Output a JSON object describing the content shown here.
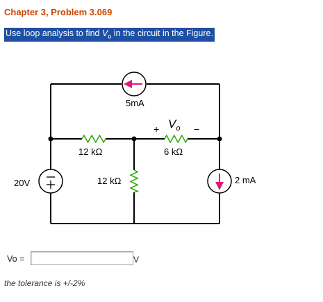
{
  "problem": {
    "title": "Chapter 3, Problem 3.069",
    "question_before": "Use loop analysis to find ",
    "question_var": "V",
    "question_sub": "o",
    "question_after": " in the circuit in the Figure."
  },
  "circuit": {
    "current_source_top": "5mA",
    "resistor_left": "12 kΩ",
    "resistor_right": "6 kΩ",
    "resistor_middle": "12 kΩ",
    "voltage_source": "20V",
    "current_source_right": "2 mA",
    "vo_label": "V",
    "vo_sub": "o",
    "plus": "+",
    "minus": "−",
    "source_plus": "+",
    "source_minus": "—"
  },
  "answer": {
    "label": "Vo =",
    "value": "",
    "placeholder": "",
    "unit": "V"
  },
  "tolerance": "the tolerance is +/-2%",
  "colors": {
    "title": "#cc4400",
    "question_bg": "#1f4fa3",
    "arrow": "#e0167a",
    "wire": "#000000"
  }
}
